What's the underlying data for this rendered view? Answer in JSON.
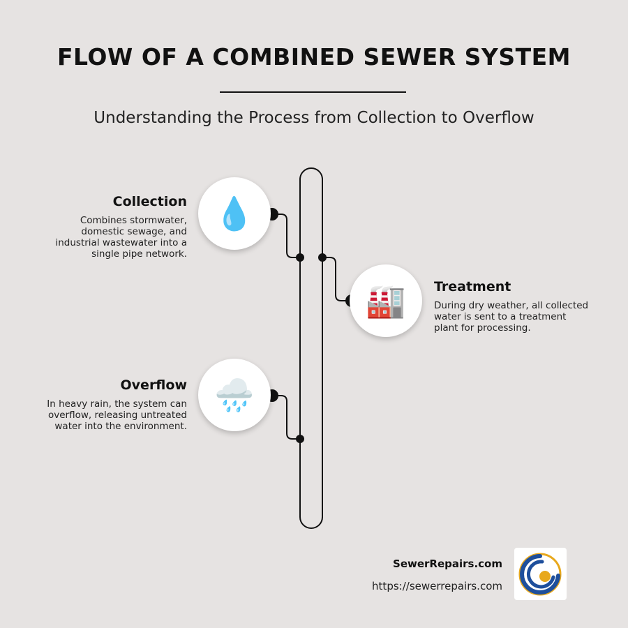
{
  "header": {
    "title": "FLOW OF A COMBINED SEWER SYSTEM",
    "subtitle": "Understanding the Process from Collection to Overflow"
  },
  "steps": [
    {
      "title": "Collection",
      "description": "Combines stormwater, domestic sewage, and industrial wastewater into a single pipe network.",
      "icon": "water-drop-icon",
      "glyph": "💧"
    },
    {
      "title": "Treatment",
      "description": "During dry weather, all collected water is sent to a treatment plant for processing.",
      "icon": "factory-icon",
      "glyph": "🏭"
    },
    {
      "title": "Overflow",
      "description": "In heavy rain, the system can overflow, releasing untreated water into the environment.",
      "icon": "rain-cloud-icon",
      "glyph": "🌧️"
    }
  ],
  "footer": {
    "brand_name": "SewerRepairs.com",
    "url": "https://sewerrepairs.com",
    "logo": "sewer-repairs-logo-icon"
  },
  "colors": {
    "background": "#e6e3e2",
    "line": "#111111",
    "logo_blue": "#1e4f9c",
    "logo_gold": "#e8a81c"
  }
}
